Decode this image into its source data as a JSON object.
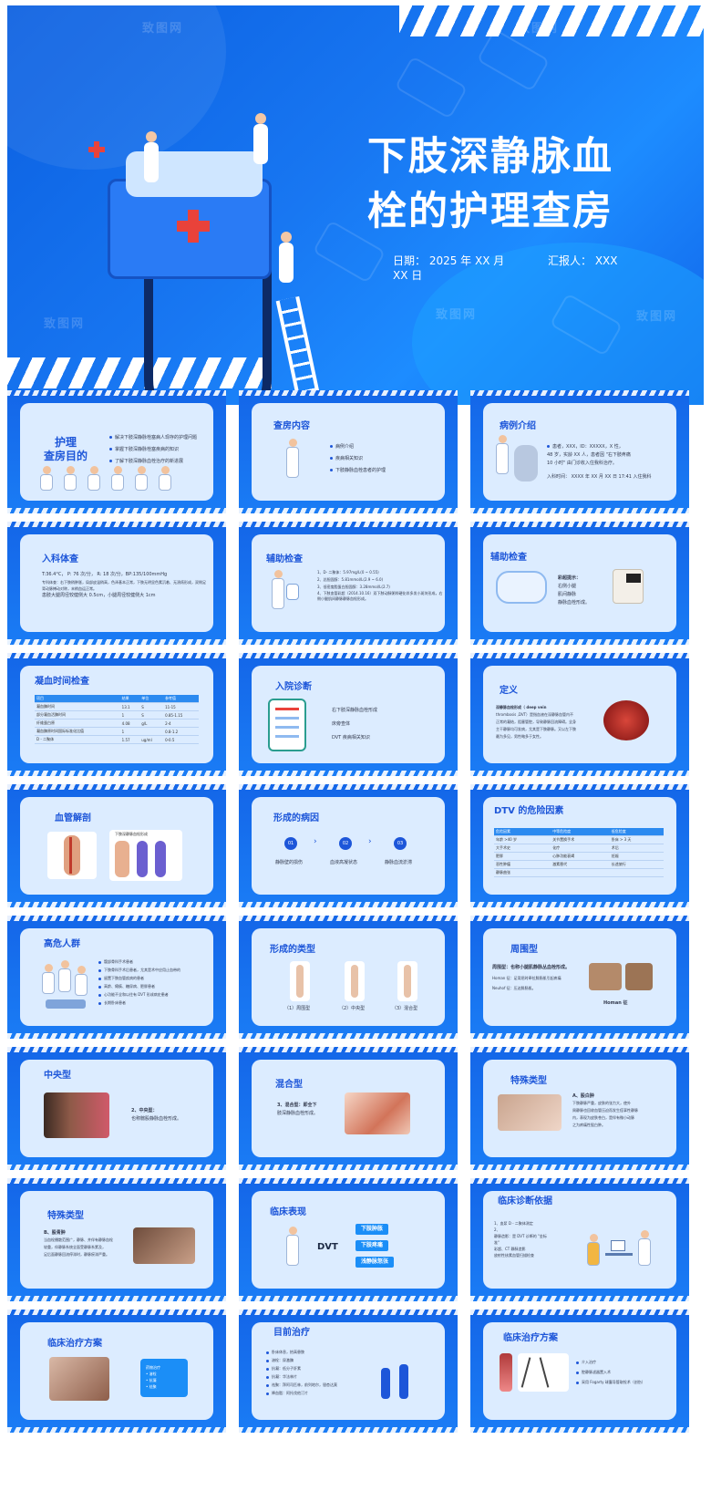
{
  "cover": {
    "title_line1": "下肢深静脉血",
    "title_line2": "栓的护理查房",
    "date": "日期：  2025 年 XX 月 XX 日",
    "reporter": "汇报人：  XXX",
    "watermark": "致图网"
  },
  "slides": {
    "s1": {
      "title": "护理\n查房目的",
      "items": [
        "解决下肢深静脉栓塞病人现存的护理问题",
        "掌握下肢深静脉栓塞疾病的知识",
        "了解下肢深静脉血栓治疗的新进展"
      ]
    },
    "s2": {
      "title": "查房内容",
      "items": [
        "病例介绍",
        "疾病相关知识",
        "下肢静脉血栓患者的护理"
      ]
    },
    "s3": {
      "title": "病例介绍",
      "items": [
        "患者，XXX，ID：XXXXX，X 性，",
        "48 岁，实龄 XX 人，患者因 \"右下肢疼痛",
        "10 小时\" 由门诊收入住我科治疗。",
        "入科时间：  XXXX 年 XX 月 XX 日 17:41 入住我科"
      ]
    },
    "s4": {
      "title": "入科体查",
      "items": [
        "T:36.4°C，  P: 76 次/分，  R: 18 次/分，BP:135/100mmHg",
        "专科体查：右下肢稍肿胀，局部皮温稍高，色泽基本正常，下肢无明显色素沉着、无溃疡形成，双侧足背动脉搏动对称，末梢血运正常。",
        "患肢大腿周径较健侧大 0.5cm，小腿周径较健侧大 1cm"
      ]
    },
    "s5": {
      "title": "辅助检查",
      "items": [
        "1、D- 二聚体：5.97mg/L(0 ~ 0.55)",
        "2、总胆固醇：5.81mmol/L(2.9 ~ 6.0)",
        "3、低密度脂蛋白胆固醇：3.28mmol/L(2.7)",
        "4、下肢血管彩超（2014.10.16）双下肢动脉粥样硬化伴多发小斑块形成，右侧小腿肌间静脉静脉血栓形成。"
      ]
    },
    "s6": {
      "title": "辅助检查",
      "items": [
        "彩超提示：",
        "右侧小腿",
        "肌间静脉",
        "静脉血栓形成。"
      ]
    },
    "s7": {
      "title": "凝血时间检查",
      "header": [
        "项目",
        "结果",
        "单位",
        "参考值"
      ],
      "rows": [
        [
          "凝血酶时间",
          "13.1",
          "S",
          "11-15"
        ],
        [
          "部分凝血活酶时间",
          "1",
          "S",
          "0.85-1.15"
        ],
        [
          "纤维蛋白原",
          "4.08",
          "g/L",
          "2-4"
        ],
        [
          "凝血酶原时间国际标准化比值",
          "1",
          "",
          "0.8-1.2"
        ],
        [
          "D - 二聚体",
          "1.57",
          "ug/ml",
          "0-0.5"
        ]
      ]
    },
    "s8": {
      "title": "入院诊断",
      "items": [
        "右下肢深静脉血栓形成",
        "床旁查体",
        "DVT 疾病相关知识"
      ]
    },
    "s9": {
      "title": "定义",
      "items": [
        "深静脉血栓形成（ deep vein",
        "thrombosis ,DVT）是指血液在深静脉血管内不",
        "正常的凝结，阻塞管腔，导致静脉回流障碍。全身",
        "主干静脉均可发病，尤其是下肢静脉。又以左下肢",
        "最为多见，男性略多于女性。"
      ]
    },
    "s10": {
      "title": "血管解剖",
      "caption": "下肢深静脉血栓形成"
    },
    "s11": {
      "title": "形成的病因",
      "steps": [
        "01",
        "02",
        "03"
      ],
      "labels": [
        "静脉壁的损伤",
        "血液高凝状态",
        "静脉血流淤滞"
      ]
    },
    "s12": {
      "title": "DTV 的危险因素",
      "header": [
        "危险因素",
        "中等危险度",
        "低危险度"
      ],
      "rows": [
        [
          "年龄 >40 岁",
          "关节置换手术",
          "卧床 > 3 天"
        ],
        [
          "大手术史",
          "化疗",
          "术后"
        ],
        [
          "肥胖",
          "心肺功能衰竭",
          "妊娠"
        ],
        [
          "恶性肿瘤",
          "激素替代",
          "长途旅行"
        ],
        [
          "静脉曲张",
          "",
          ""
        ]
      ]
    },
    "s13": {
      "title": "高危人群",
      "items": [
        "髋部骨科手术患者",
        "下肢骨科手术后患者，尤其是术中应用止血带的",
        "留置下肢血管疾病的患者",
        "高龄、瘫痪、糖尿病、肥胖患者",
        "心功能不全和以往有 DVT 形成病史患者",
        "长期卧床患者"
      ]
    },
    "s14": {
      "title": "形成的类型",
      "labels": [
        "（1）周围型",
        "（2）中央型",
        "（3）混合型"
      ]
    },
    "s15": {
      "title": "周围型",
      "items": [
        "周围型：也称小腿肌静脉丛血栓形成。",
        "Homan 征：足背屈时牵拉腓肠肌引起疼痛",
        "Neuhof 征：压迫腓肠肌。"
      ],
      "caption": "Homan 征"
    },
    "s16": {
      "title": "中央型",
      "items": [
        "2、中央型：",
        "也称髂股静脉血栓形成。"
      ]
    },
    "s17": {
      "title": "混合型",
      "items": [
        "3、混合型：即全下",
        "肢深静脉血栓形成。"
      ]
    },
    "s18": {
      "title": "特殊类型",
      "items": [
        "A、股白肿",
        "下肢静脉严重，皮肤的张力大，使外",
        "周静脉也回收血管压迫而发生痉挛性静脉",
        "内，表现为皮肤苍白，是伴有微小动脉",
        "之为疼痛性股白肿。"
      ]
    },
    "s19": {
      "title": "特殊类型",
      "items": [
        "B、股青肿",
        "当血栓播散范围广，静脉、并伴有静脉血栓",
        "较重，伴静脉系统全面受静脉系累及，",
        "足后面静脉回流停滞时，静脉瘀滞严重。"
      ]
    },
    "s20": {
      "title": "临床表现",
      "center": "DVT",
      "tags": [
        "下肢肿胀",
        "下肢疼痛",
        "浅静脉怒张"
      ]
    },
    "s21": {
      "title": "临床诊断依据",
      "items": [
        "1、血浆 D - 二聚体测定",
        "2、",
        "静脉造影：是 DVT 诊断的 \"金标",
        "准\"",
        "彩超、CT 静脉造影",
        "放射性核素血管扫描检查"
      ]
    },
    "s22": {
      "title": "临床治疗方案",
      "items": [
        "药物治疗",
        "溶栓",
        "抗凝",
        "祛聚"
      ]
    },
    "s23": {
      "title": "目前治疗",
      "items": [
        "卧床休息，抬高患肢",
        "溶栓：尿激酶",
        "抗凝：低分子肝素",
        "抗凝：华法林片",
        "祛聚：拜阿司匹林，前列地尔，银杏达莫",
        "降血脂：阿托伐他汀片"
      ]
    },
    "s24": {
      "title": "临床治疗方案",
      "items": [
        "介入治疗",
        "腔静脉滤器置入术",
        "采用 Fogarty 球囊导管取栓术（创伤）"
      ]
    }
  },
  "colors": {
    "brand_blue": "#1466e8",
    "card": "#dcecff",
    "title_blue": "#1d56d9",
    "accent_red": "#e9423a"
  }
}
